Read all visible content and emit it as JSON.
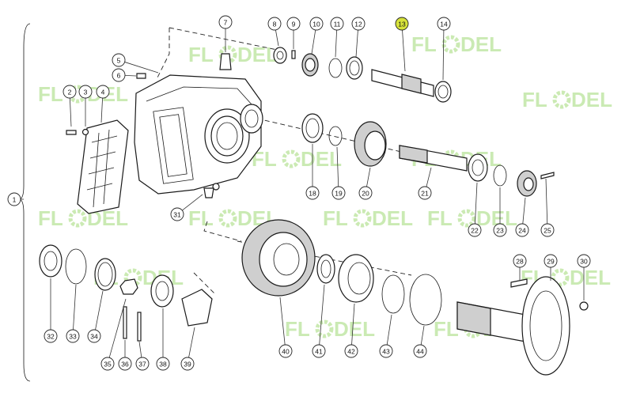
{
  "watermark": {
    "text_left": "FL",
    "text_right": "DEL",
    "color": "#b9e39a"
  },
  "highlight_color": "#d6e23b",
  "callouts": [
    {
      "id": "c1",
      "label": "1",
      "highlighted": false
    },
    {
      "id": "c2",
      "label": "2",
      "highlighted": false
    },
    {
      "id": "c3",
      "label": "3",
      "highlighted": false
    },
    {
      "id": "c4",
      "label": "4",
      "highlighted": false
    },
    {
      "id": "c5",
      "label": "5",
      "highlighted": false
    },
    {
      "id": "c6",
      "label": "6",
      "highlighted": false
    },
    {
      "id": "c7",
      "label": "7",
      "highlighted": false
    },
    {
      "id": "c8",
      "label": "8",
      "highlighted": false
    },
    {
      "id": "c9",
      "label": "9",
      "highlighted": false
    },
    {
      "id": "c10",
      "label": "10",
      "highlighted": false
    },
    {
      "id": "c11",
      "label": "11",
      "highlighted": false
    },
    {
      "id": "c12",
      "label": "12",
      "highlighted": false
    },
    {
      "id": "c13",
      "label": "13",
      "highlighted": true
    },
    {
      "id": "c14",
      "label": "14",
      "highlighted": false
    },
    {
      "id": "c18",
      "label": "18",
      "highlighted": false
    },
    {
      "id": "c19",
      "label": "19",
      "highlighted": false
    },
    {
      "id": "c20",
      "label": "20",
      "highlighted": false
    },
    {
      "id": "c21",
      "label": "21",
      "highlighted": false
    },
    {
      "id": "c22",
      "label": "22",
      "highlighted": false
    },
    {
      "id": "c23",
      "label": "23",
      "highlighted": false
    },
    {
      "id": "c24",
      "label": "24",
      "highlighted": false
    },
    {
      "id": "c25",
      "label": "25",
      "highlighted": false
    },
    {
      "id": "c28",
      "label": "28",
      "highlighted": false
    },
    {
      "id": "c29",
      "label": "29",
      "highlighted": false
    },
    {
      "id": "c30",
      "label": "30",
      "highlighted": false
    },
    {
      "id": "c31",
      "label": "31",
      "highlighted": false
    },
    {
      "id": "c32",
      "label": "32",
      "highlighted": false
    },
    {
      "id": "c33",
      "label": "33",
      "highlighted": false
    },
    {
      "id": "c34",
      "label": "34",
      "highlighted": false
    },
    {
      "id": "c35",
      "label": "35",
      "highlighted": false
    },
    {
      "id": "c36",
      "label": "36",
      "highlighted": false
    },
    {
      "id": "c37",
      "label": "37",
      "highlighted": false
    },
    {
      "id": "c38",
      "label": "38",
      "highlighted": false
    },
    {
      "id": "c39",
      "label": "39",
      "highlighted": false
    },
    {
      "id": "c40",
      "label": "40",
      "highlighted": false
    },
    {
      "id": "c41",
      "label": "41",
      "highlighted": false
    },
    {
      "id": "c42",
      "label": "42",
      "highlighted": false
    },
    {
      "id": "c43",
      "label": "43",
      "highlighted": false
    },
    {
      "id": "c44",
      "label": "44",
      "highlighted": false
    }
  ]
}
